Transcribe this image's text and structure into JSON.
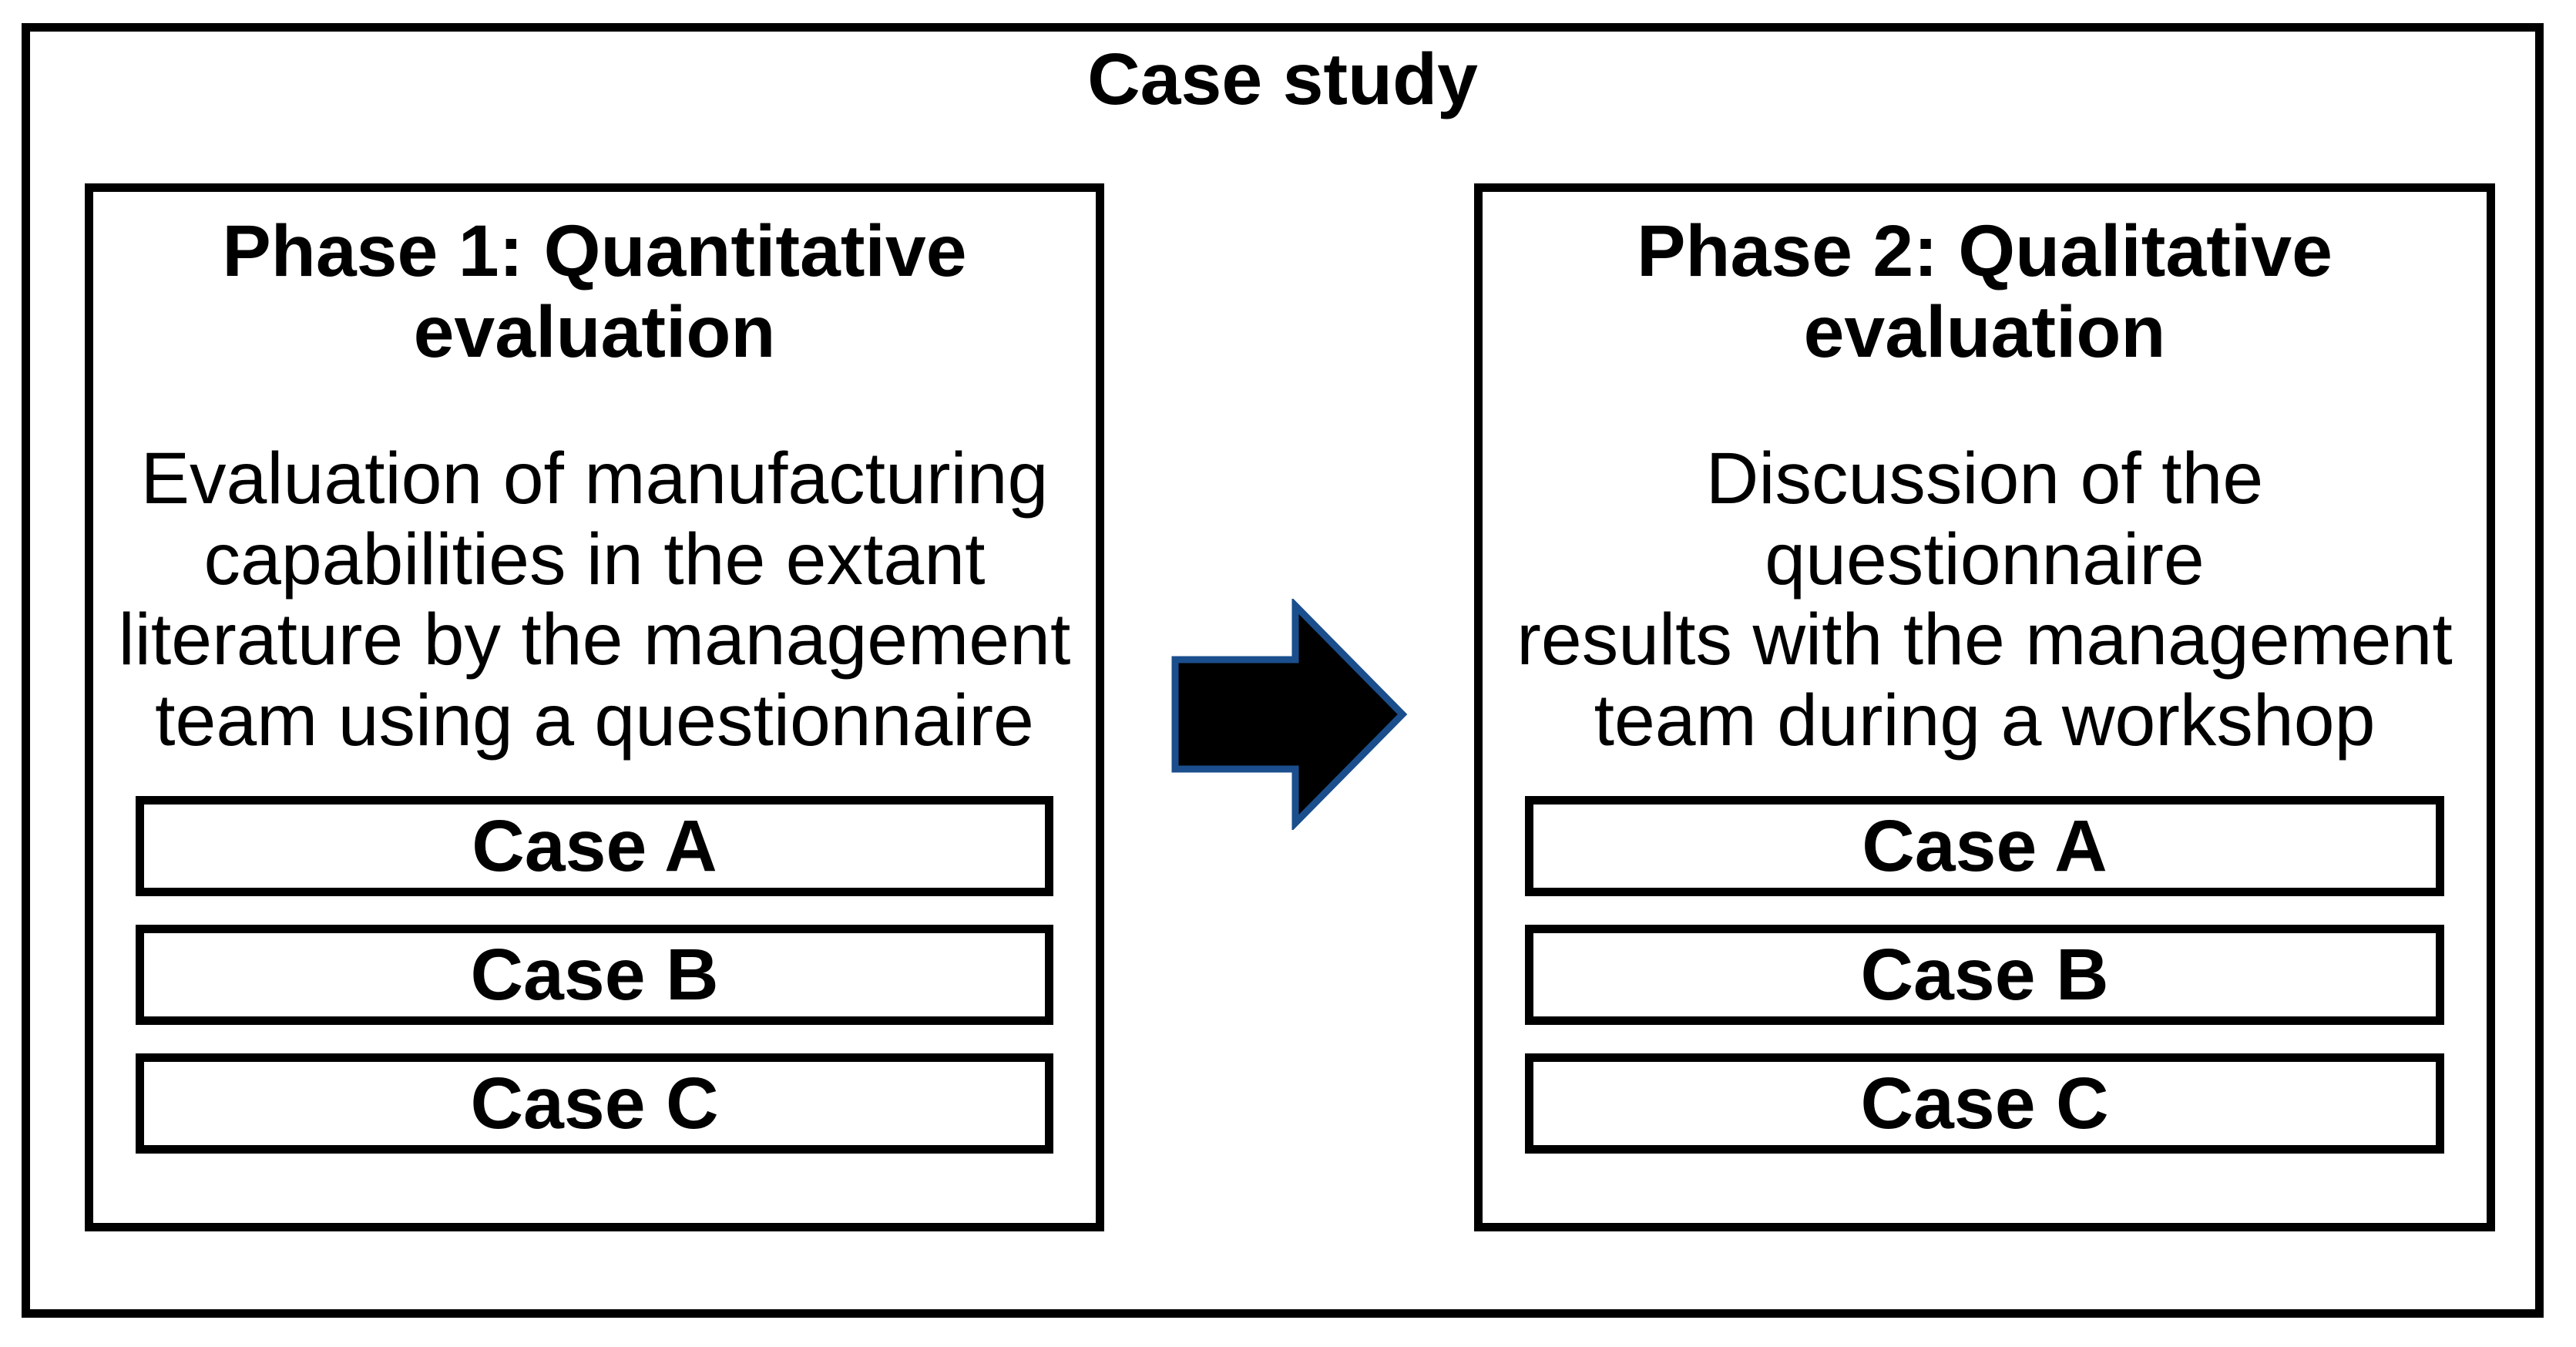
{
  "diagram": {
    "title": "Case study",
    "colors": {
      "border": "#000000",
      "background": "#ffffff",
      "arrow_fill": "#000000",
      "arrow_outline": "#1b4e8c"
    },
    "arrow_icon": "right-arrow",
    "phases": [
      {
        "header": "Phase 1: Quantitative\nevaluation",
        "body": "Evaluation of manufacturing\ncapabilities in the extant\nliterature by the management\nteam using a questionnaire",
        "cases": [
          "Case A",
          "Case B",
          "Case C"
        ]
      },
      {
        "header": "Phase 2: Qualitative\nevaluation",
        "body": "Discussion of the questionnaire\nresults with the management\nteam during a workshop",
        "cases": [
          "Case A",
          "Case B",
          "Case C"
        ]
      }
    ]
  }
}
